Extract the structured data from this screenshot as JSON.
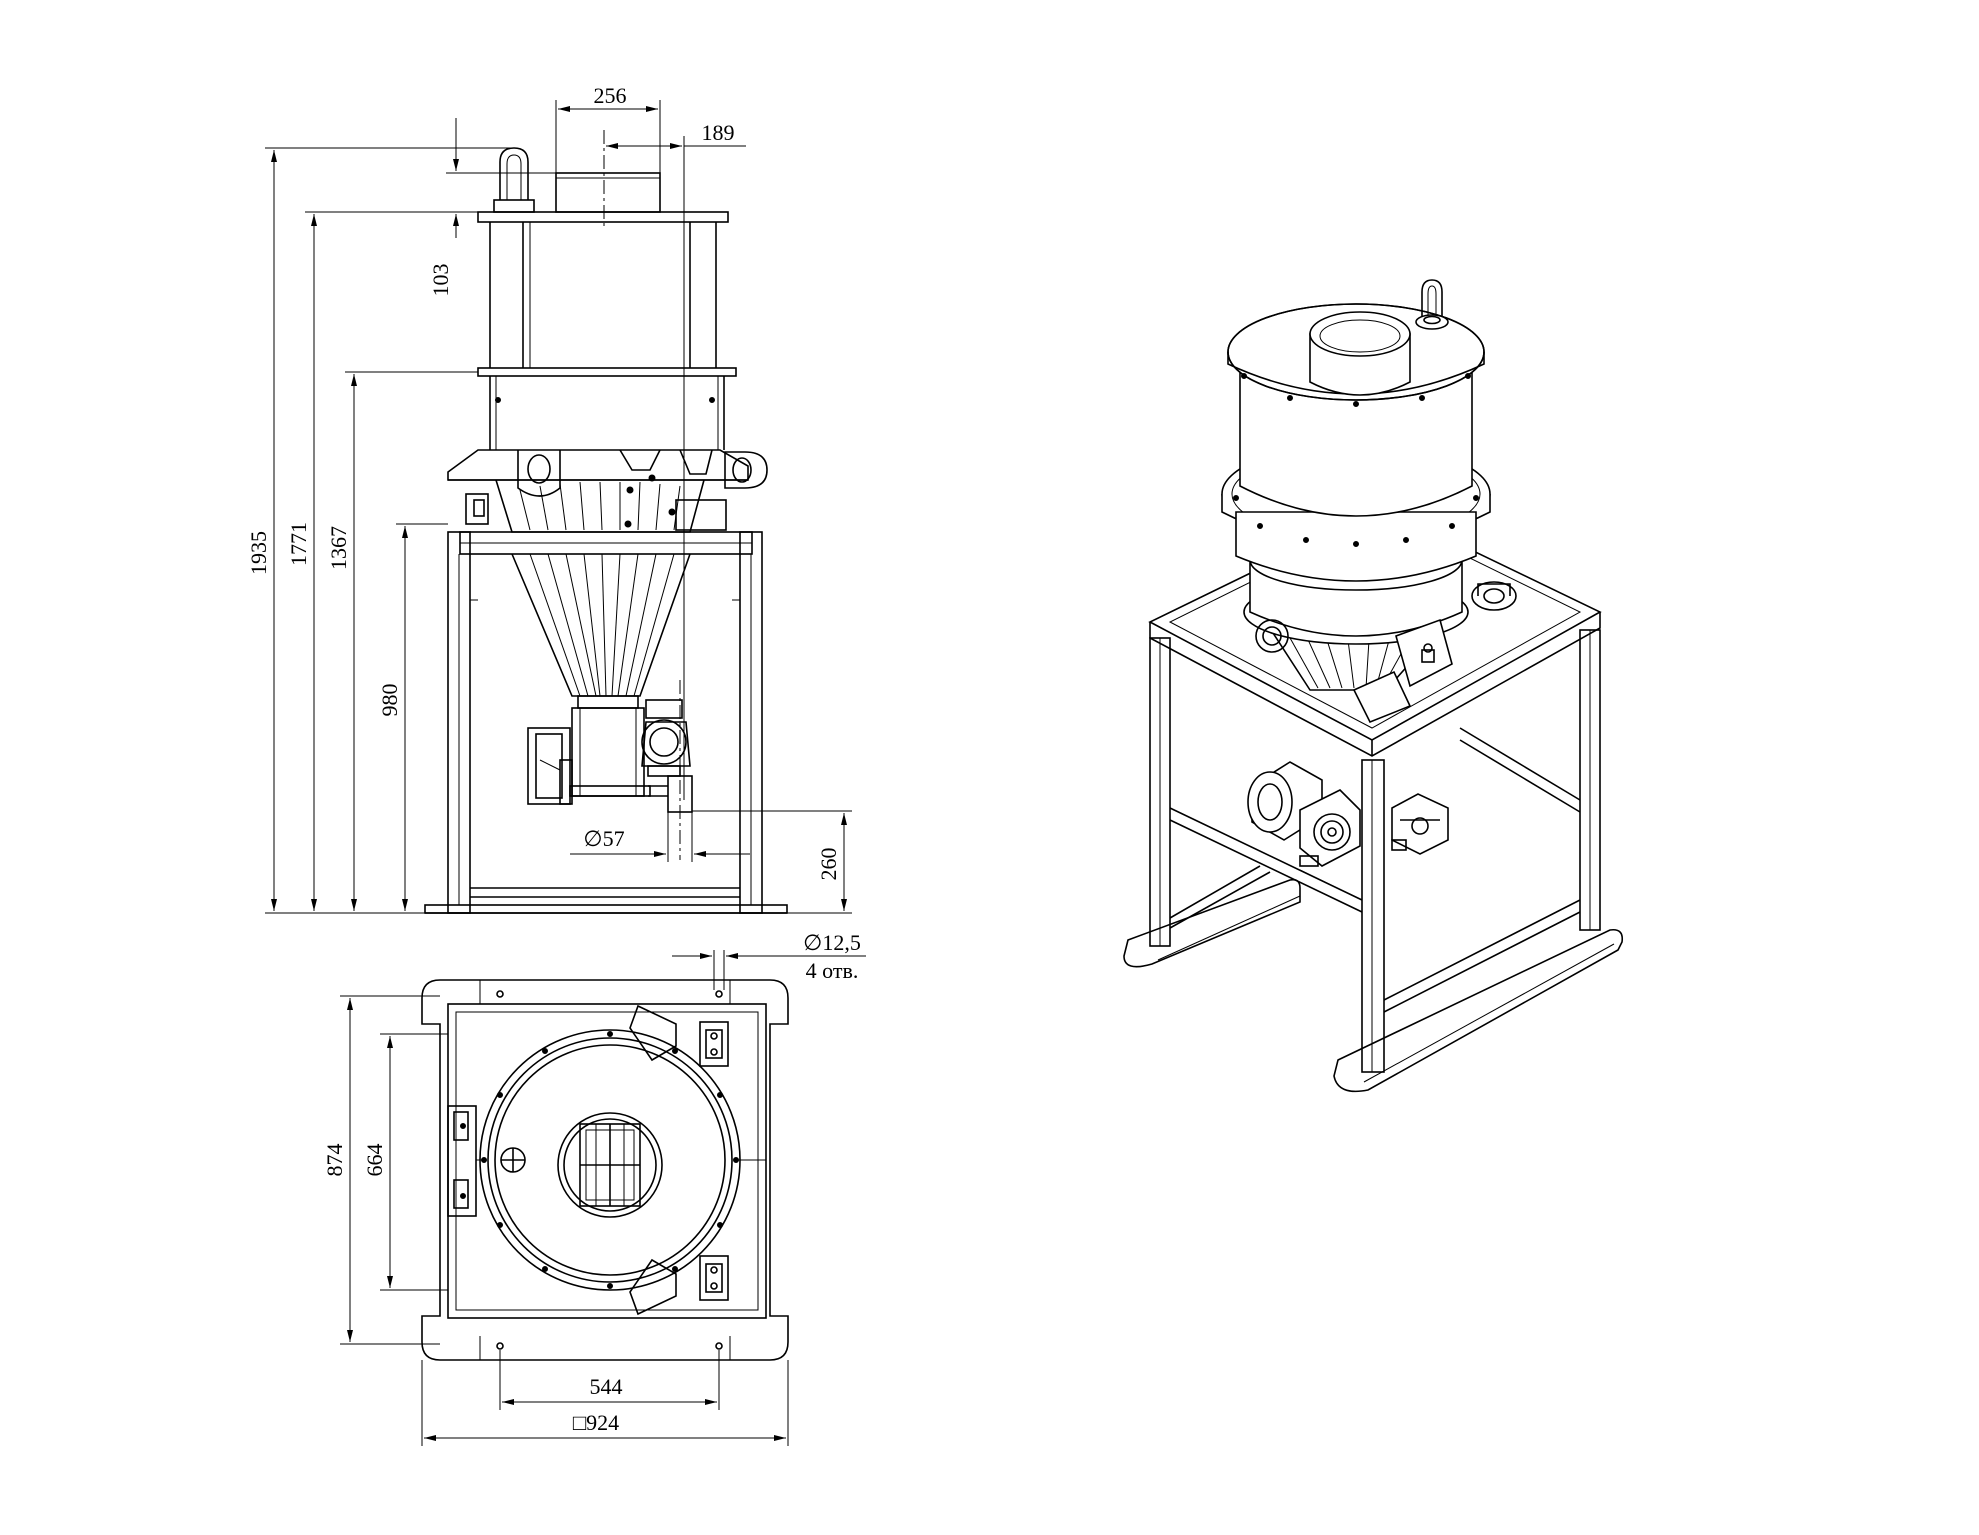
{
  "drawing": {
    "views": {
      "front_view": {
        "dimensions": {
          "overall_height": "1935",
          "top_flange_height": "1771",
          "lower_flange_height": "1367",
          "frame_height": "980",
          "outlet_height": "260",
          "cap_height": "103",
          "inlet_width": "256",
          "inlet_offset": "189",
          "outlet_diameter": "∅57"
        }
      },
      "top_view": {
        "dimensions": {
          "frame_depth": "874",
          "mount_depth": "664",
          "hole_spacing": "544",
          "base_square": "□924",
          "hole_diameter": "∅12,5",
          "hole_count": "4 отв."
        }
      },
      "isometric_view": {}
    }
  }
}
